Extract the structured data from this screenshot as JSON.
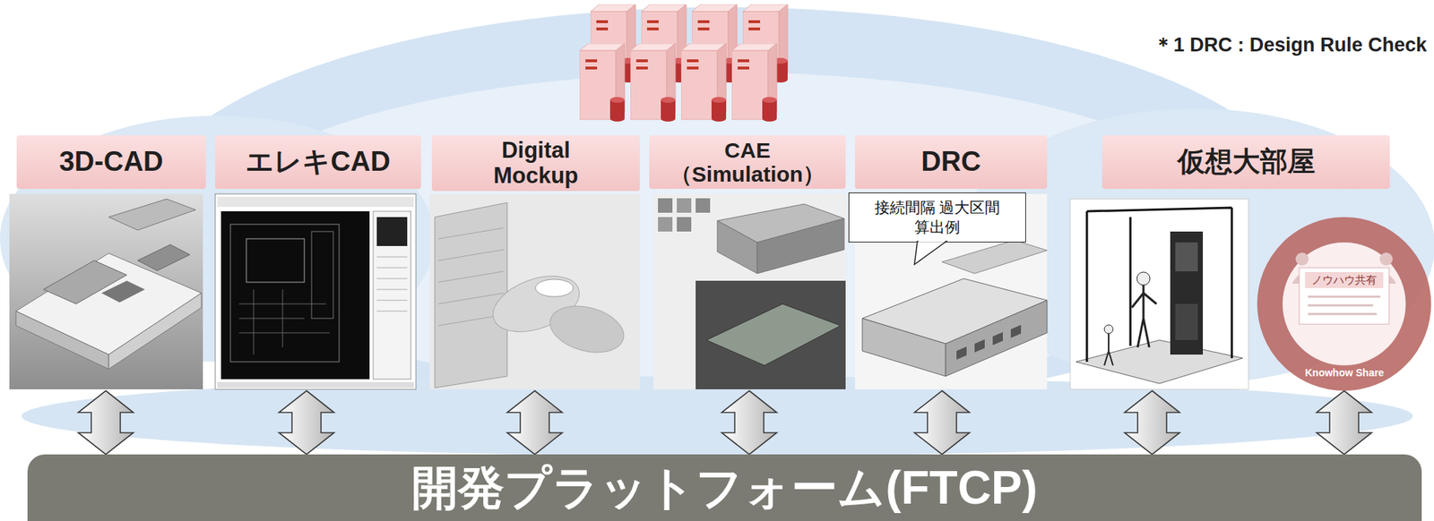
{
  "diagram": {
    "nodes": [
      {
        "text": [
          "3D-CAD"
        ]
      },
      {
        "text": [
          "エレキCAD"
        ]
      },
      {
        "text": [
          "Digital Mockup"
        ]
      },
      {
        "text": [
          "CAE （Simulation）"
        ]
      },
      {
        "text": [
          "DRC"
        ]
      },
      {
        "text": [
          "接続間隔 過大区間算出例"
        ],
        "in": 4
      },
      {
        "text": [
          "仮想大部屋"
        ]
      },
      {
        "text": [
          "ノウハウ共有",
          "Knowhow Share"
        ],
        "in": 6
      },
      {
        "text": [
          "開発プラットフォーム(FTCP)"
        ]
      }
    ],
    "edges": [
      {
        "from": 0,
        "to": 8,
        "arrow": "both"
      },
      {
        "from": 1,
        "to": 8,
        "arrow": "both"
      },
      {
        "from": 2,
        "to": 8,
        "arrow": "both"
      },
      {
        "from": 3,
        "to": 8,
        "arrow": "both"
      },
      {
        "from": 4,
        "to": 8,
        "arrow": "both"
      },
      {
        "from": 6,
        "to": 8,
        "arrow": "both"
      },
      {
        "from": 7,
        "to": 8,
        "arrow": "both"
      }
    ],
    "labels": [
      "＊1 DRC : Design Rule Check"
    ]
  }
}
